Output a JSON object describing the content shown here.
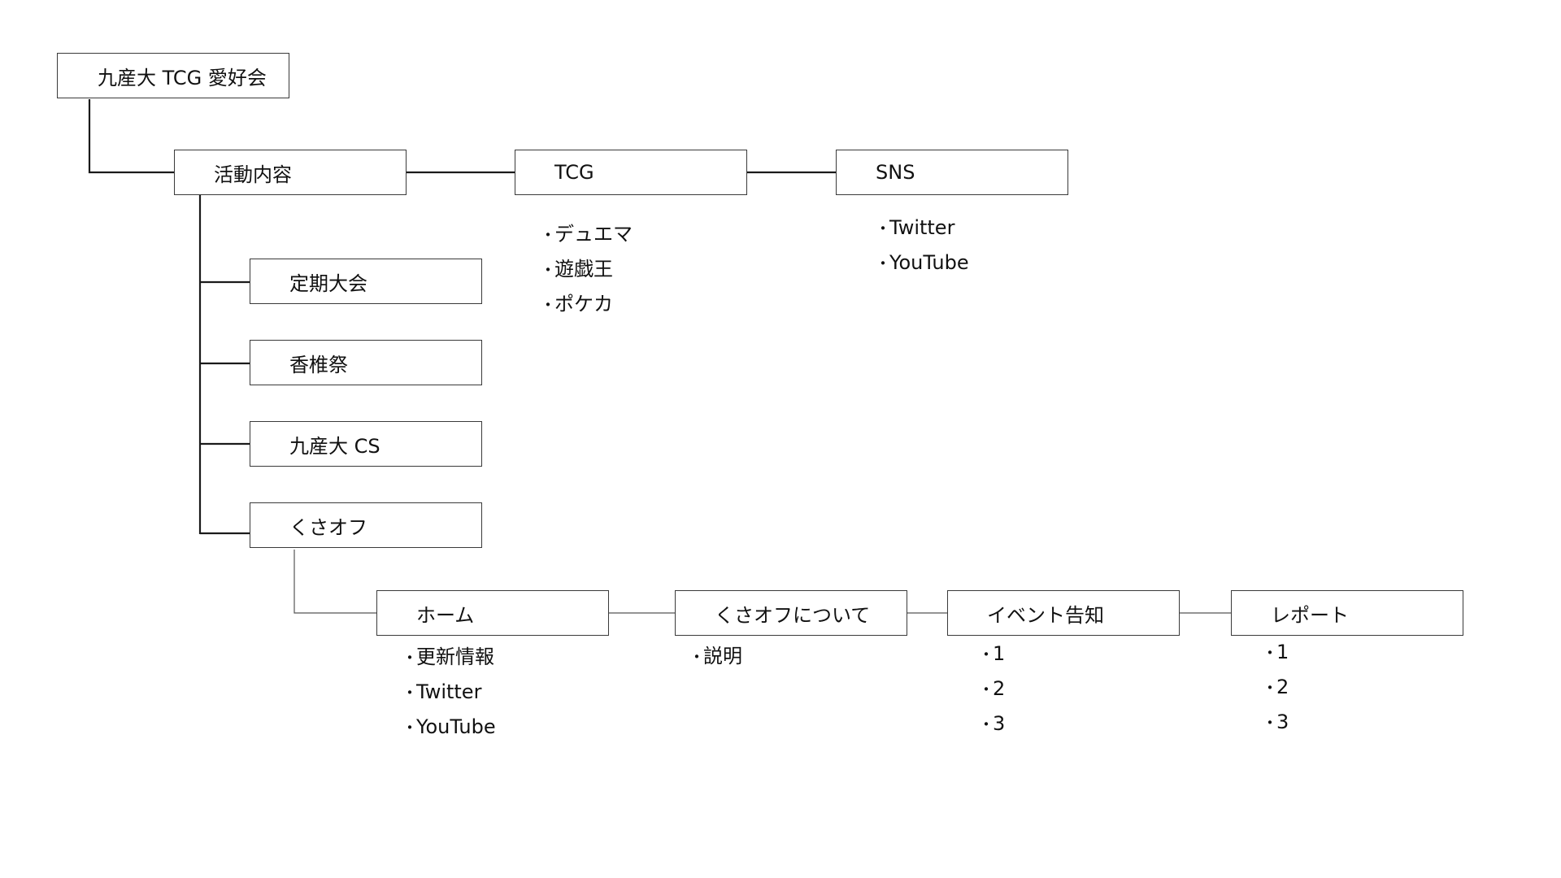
{
  "root": {
    "label": "九産大 TCG 愛好会"
  },
  "activities": {
    "label": "活動内容",
    "children": [
      "定期大会",
      "香椎祭",
      "九産大 CS",
      "くさオフ"
    ]
  },
  "tcg": {
    "label": "TCG",
    "items": [
      "デュエマ",
      "遊戯王",
      "ポケカ"
    ]
  },
  "sns": {
    "label": "SNS",
    "items": [
      "Twitter",
      "YouTube"
    ]
  },
  "kusaoff_pages": [
    {
      "label": "ホーム",
      "items": [
        "更新情報",
        "Twitter",
        "YouTube"
      ]
    },
    {
      "label": "くさオフについて",
      "items": [
        "説明"
      ]
    },
    {
      "label": "イベント告知",
      "items": [
        "1",
        "2",
        "3"
      ]
    },
    {
      "label": "レポート",
      "items": [
        "1",
        "2",
        "3"
      ]
    }
  ]
}
